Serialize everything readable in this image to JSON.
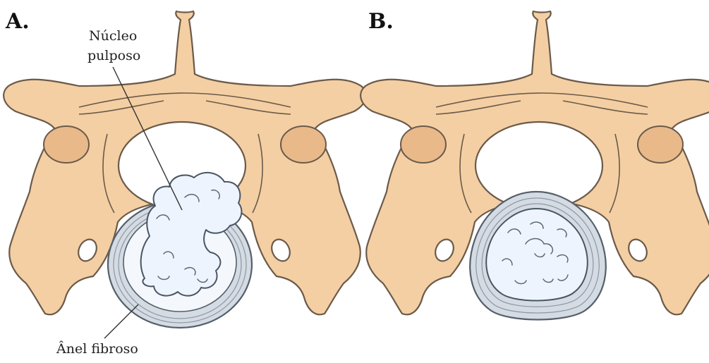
{
  "panels": [
    {
      "label": "A.",
      "state": "herniated"
    },
    {
      "label": "B.",
      "state": "normal"
    }
  ],
  "callouts": {
    "nucleus_line1": "Núcleo",
    "nucleus_line2": "pulposo",
    "annulus": "Ânel fibroso"
  },
  "colors": {
    "bone": "#f4cfa3",
    "bone_outline": "#6b5a4a",
    "disc": "#edf4fd",
    "annulus": "#d4dbe3"
  }
}
